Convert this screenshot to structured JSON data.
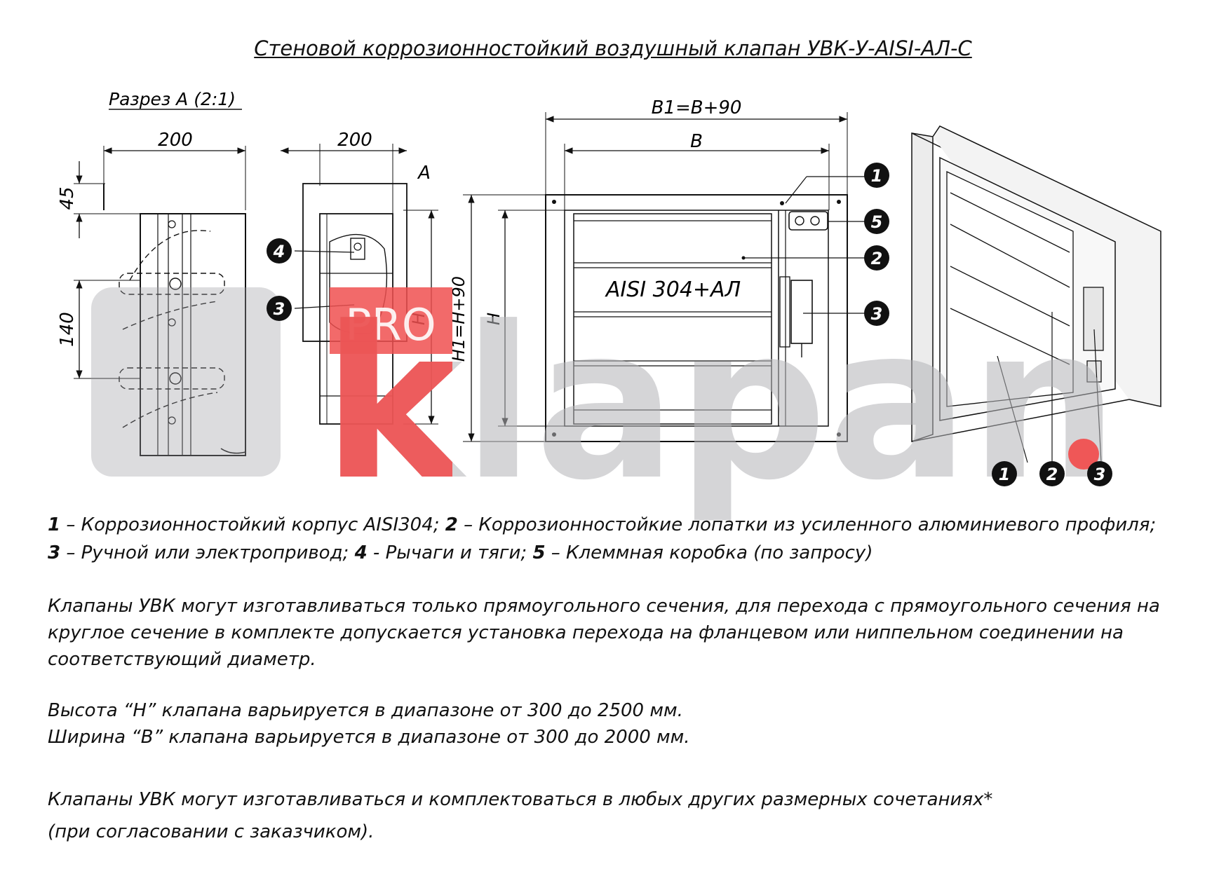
{
  "title": "Стеновой коррозионностойкий воздушный клапан УВК-У-AISI-АЛ-С",
  "section": {
    "label": "Разрез А (2:1)",
    "dim_width": "200",
    "dim_top": "45",
    "dim_step": "140"
  },
  "side_view": {
    "dim_width": "200",
    "section_mark": "А",
    "height_label": "H"
  },
  "front_view": {
    "outer_width_label": "B1=B+90",
    "inner_width_label": "B",
    "outer_height_label": "H1=H+90",
    "inner_height_label": "H",
    "material_label": "AISI 304+АЛ"
  },
  "callouts": {
    "c1": "1",
    "c2": "2",
    "c3": "3",
    "c4": "4",
    "c5": "5"
  },
  "watermark": {
    "pro": "PRO",
    "klapan": "klapan"
  },
  "legend": {
    "n1": "1",
    "t1": " – Коррозионностойкий корпус AISI304; ",
    "n2": "2",
    "t2": " – Коррозионностойкие лопатки из усиленного алюминиевого профиля;",
    "n3": "3",
    "t3": " – Ручной или электропривод; ",
    "n4": "4",
    "t4": " - Рычаги и тяги; ",
    "n5": "5",
    "t5": " – Клеммная коробка (по запросу)"
  },
  "notes": {
    "p1": "Клапаны УВК могут изготавливаться только прямоугольного сечения, для перехода с прямоугольного сечения на круглое сечение в комплекте допускается установка перехода на фланцевом или ниппельном соединении на соответствующий диаметр.",
    "p2a": "Высота “Н” клапана варьируется в диапазоне от 300 до 2500 мм.",
    "p2b": "Ширина “В” клапана варьируется в диапазоне от 300 до 2000 мм.",
    "p3a": "Клапаны УВК могут изготавливаться и комплектоваться в любых других размерных сочетаниях*",
    "p3b": "(при согласовании с заказчиком)."
  }
}
